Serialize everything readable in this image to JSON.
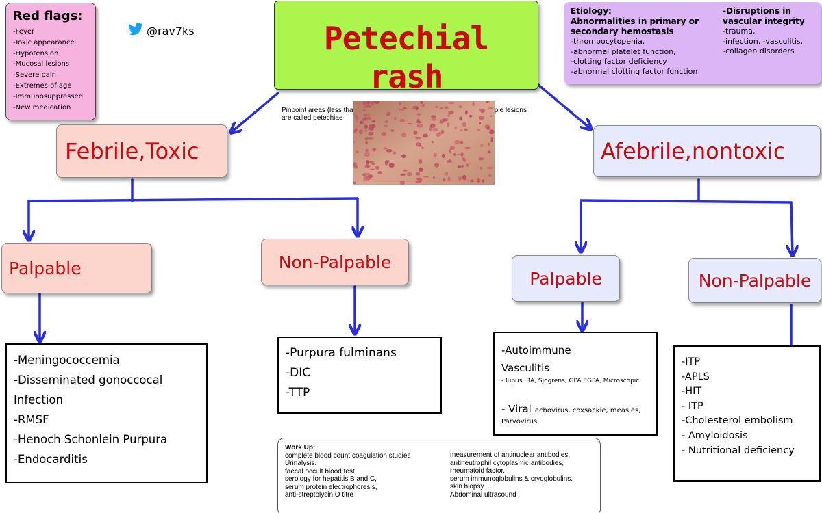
{
  "red_flags": {
    "heading": "Red flags:",
    "items": [
      "-Fever",
      "-Toxic appearance",
      "-Hypotension",
      "-Mucosal lesions",
      "-Severe pain",
      "-Extremes of age",
      "-Immunosuppressed",
      "-New medication"
    ]
  },
  "twitter": {
    "handle": "@rav7ks"
  },
  "title": {
    "text": "Petechial rash",
    "description": "Pinpoint areas (less than 2 mm) of hemorrhage, which are reddish-purple lesions are called petechiae"
  },
  "etiology": {
    "col1_heading_1": "Etiology:",
    "col1_heading_2": "Abnormalities in primary or secondary hemostasis",
    "col1_items": [
      "-thrombocytopenia,",
      "-abnormal platelet function,",
      "-clotting factor deficiency",
      "-abnormal clotting factor function"
    ],
    "col2_heading": "-Disruptions in vascular integrity",
    "col2_items": [
      "-trauma,",
      "-infection, -vasculitis,",
      "-collagen disorders"
    ]
  },
  "categories": {
    "febrile": "Febrile,Toxic",
    "afebrile": "Afebrile,nontoxic",
    "palpable_left": "Palpable",
    "nonpalpable_left": "Non-Palpable",
    "palpable_right": "Palpable",
    "nonpalpable_right": "Non-Palpable"
  },
  "lists": {
    "febrile_palpable": [
      "-Meningococcemia",
      "-Disseminated gonoccocal",
      "Infection",
      "-RMSF",
      "-Henoch Schonlein Purpura",
      "-Endocarditis"
    ],
    "febrile_nonpalpable": [
      "-Purpura fulminans",
      "-DIC",
      "-TTP"
    ],
    "afebrile_palpable": {
      "line1": "-Autoimmune",
      "line2": "Vasculitis",
      "sub1": "- lupus, RA, Sjogrens, GPA,EGPA, Microscopic",
      "viral_label": "- Viral",
      "viral_sub": "echovirus, coxsackie, measles,",
      "viral_sub2": "Parvovirus"
    },
    "afebrile_nonpalpable": [
      "-ITP",
      "-APLS",
      "-HIT",
      "- ITP",
      "-Cholesterol embolism",
      "- Amyloidosis",
      "- Nutritional deficiency"
    ]
  },
  "workup": {
    "heading": "Work Up:",
    "col1": [
      "complete blood count coagulation studies",
      "Urinalysis.",
      "faecal occult blood test,",
      "serology for hepatitis B and C,",
      "serum protein electrophoresis,",
      "anti-streptolysin O titre"
    ],
    "col2": [
      "measurement of antinuclear antibodies,",
      "antineutrophil cytoplasmic antibodies,",
      "rheumatoid factor,",
      "serum immunoglobulins & cryoglobulins.",
      "skin biopsy",
      "Abdominal ultrasound"
    ]
  },
  "colors": {
    "title_bg": "#abf54c",
    "red_text": "#c80a13",
    "red_flags_bg": "#f7b3e0",
    "etiology_bg": "#dbb5f5",
    "pink_box": "#fcd6cc",
    "blue_box": "#e7e9fc",
    "arrow": "#2a2fd6",
    "twitter": "#1da1f2"
  },
  "icons": {
    "twitter": "twitter-bird-icon",
    "image": "petechial-rash-photo"
  }
}
